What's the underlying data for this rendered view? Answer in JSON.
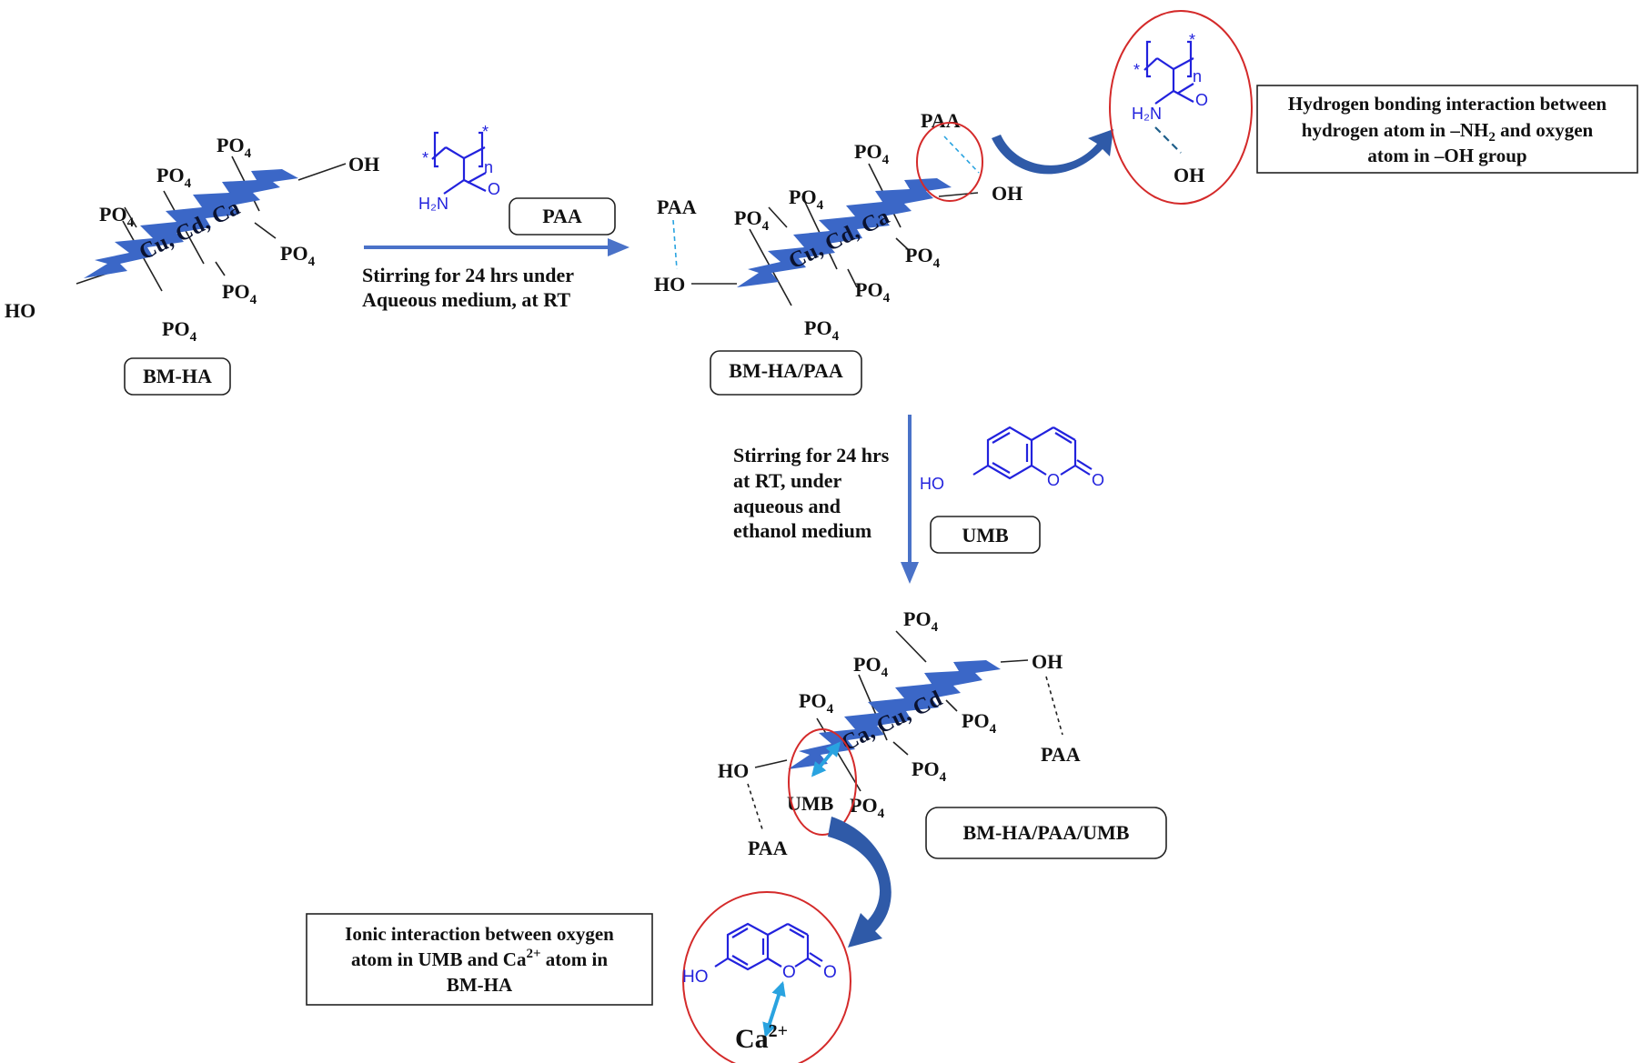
{
  "figure": {
    "labels": {
      "bm_ha": "BM-HA",
      "paa": "PAA",
      "bm_ha_paa": "BM-HA/PAA",
      "umb": "UMB",
      "bm_ha_paa_umb": "BM-HA/PAA/UMB"
    },
    "groups": {
      "po": "PO",
      "po_sub": "4",
      "oh": "OH",
      "ho": "HO",
      "paa": "PAA",
      "umb": "UMB"
    },
    "cores": {
      "core1": "Cu, Cd, Ca",
      "core2": "Cu, Cd, Ca",
      "core3": "Ca, Cu, Cd"
    },
    "step1": {
      "line1": "Stirring for 24 hrs under",
      "line2": "Aqueous medium, at  RT"
    },
    "step2": {
      "line1": "Stirring for 24 hrs",
      "line2": "at RT, under",
      "line3": "aqueous and",
      "line4": "ethanol medium"
    },
    "note_h": {
      "line1": "Hydrogen bonding interaction  between",
      "line2a": "hydrogen atom in –NH",
      "line2sub": "2",
      "line2b": " and  oxygen",
      "line3": "atom in –OH group"
    },
    "note_ionic": {
      "line1": "Ionic interaction between oxygen",
      "line2a": "atom in UMB and  Ca",
      "line2sup": "2+",
      "line2b": " atom in",
      "line3": "BM-HA"
    },
    "chem": {
      "star": "*",
      "n": "n",
      "h2n": "H₂N",
      "o": "O",
      "ho": "HO",
      "oh": "OH",
      "ca": "Ca",
      "ca_sup": "2+"
    },
    "colors": {
      "platelet": "#3b67c7",
      "arrow": "#4a72c8",
      "curved_arrow": "#2f5aa8",
      "molecule": "#2222dd",
      "highlight_circle": "#d42a2a",
      "interaction_arrow": "#29a3e0"
    }
  }
}
